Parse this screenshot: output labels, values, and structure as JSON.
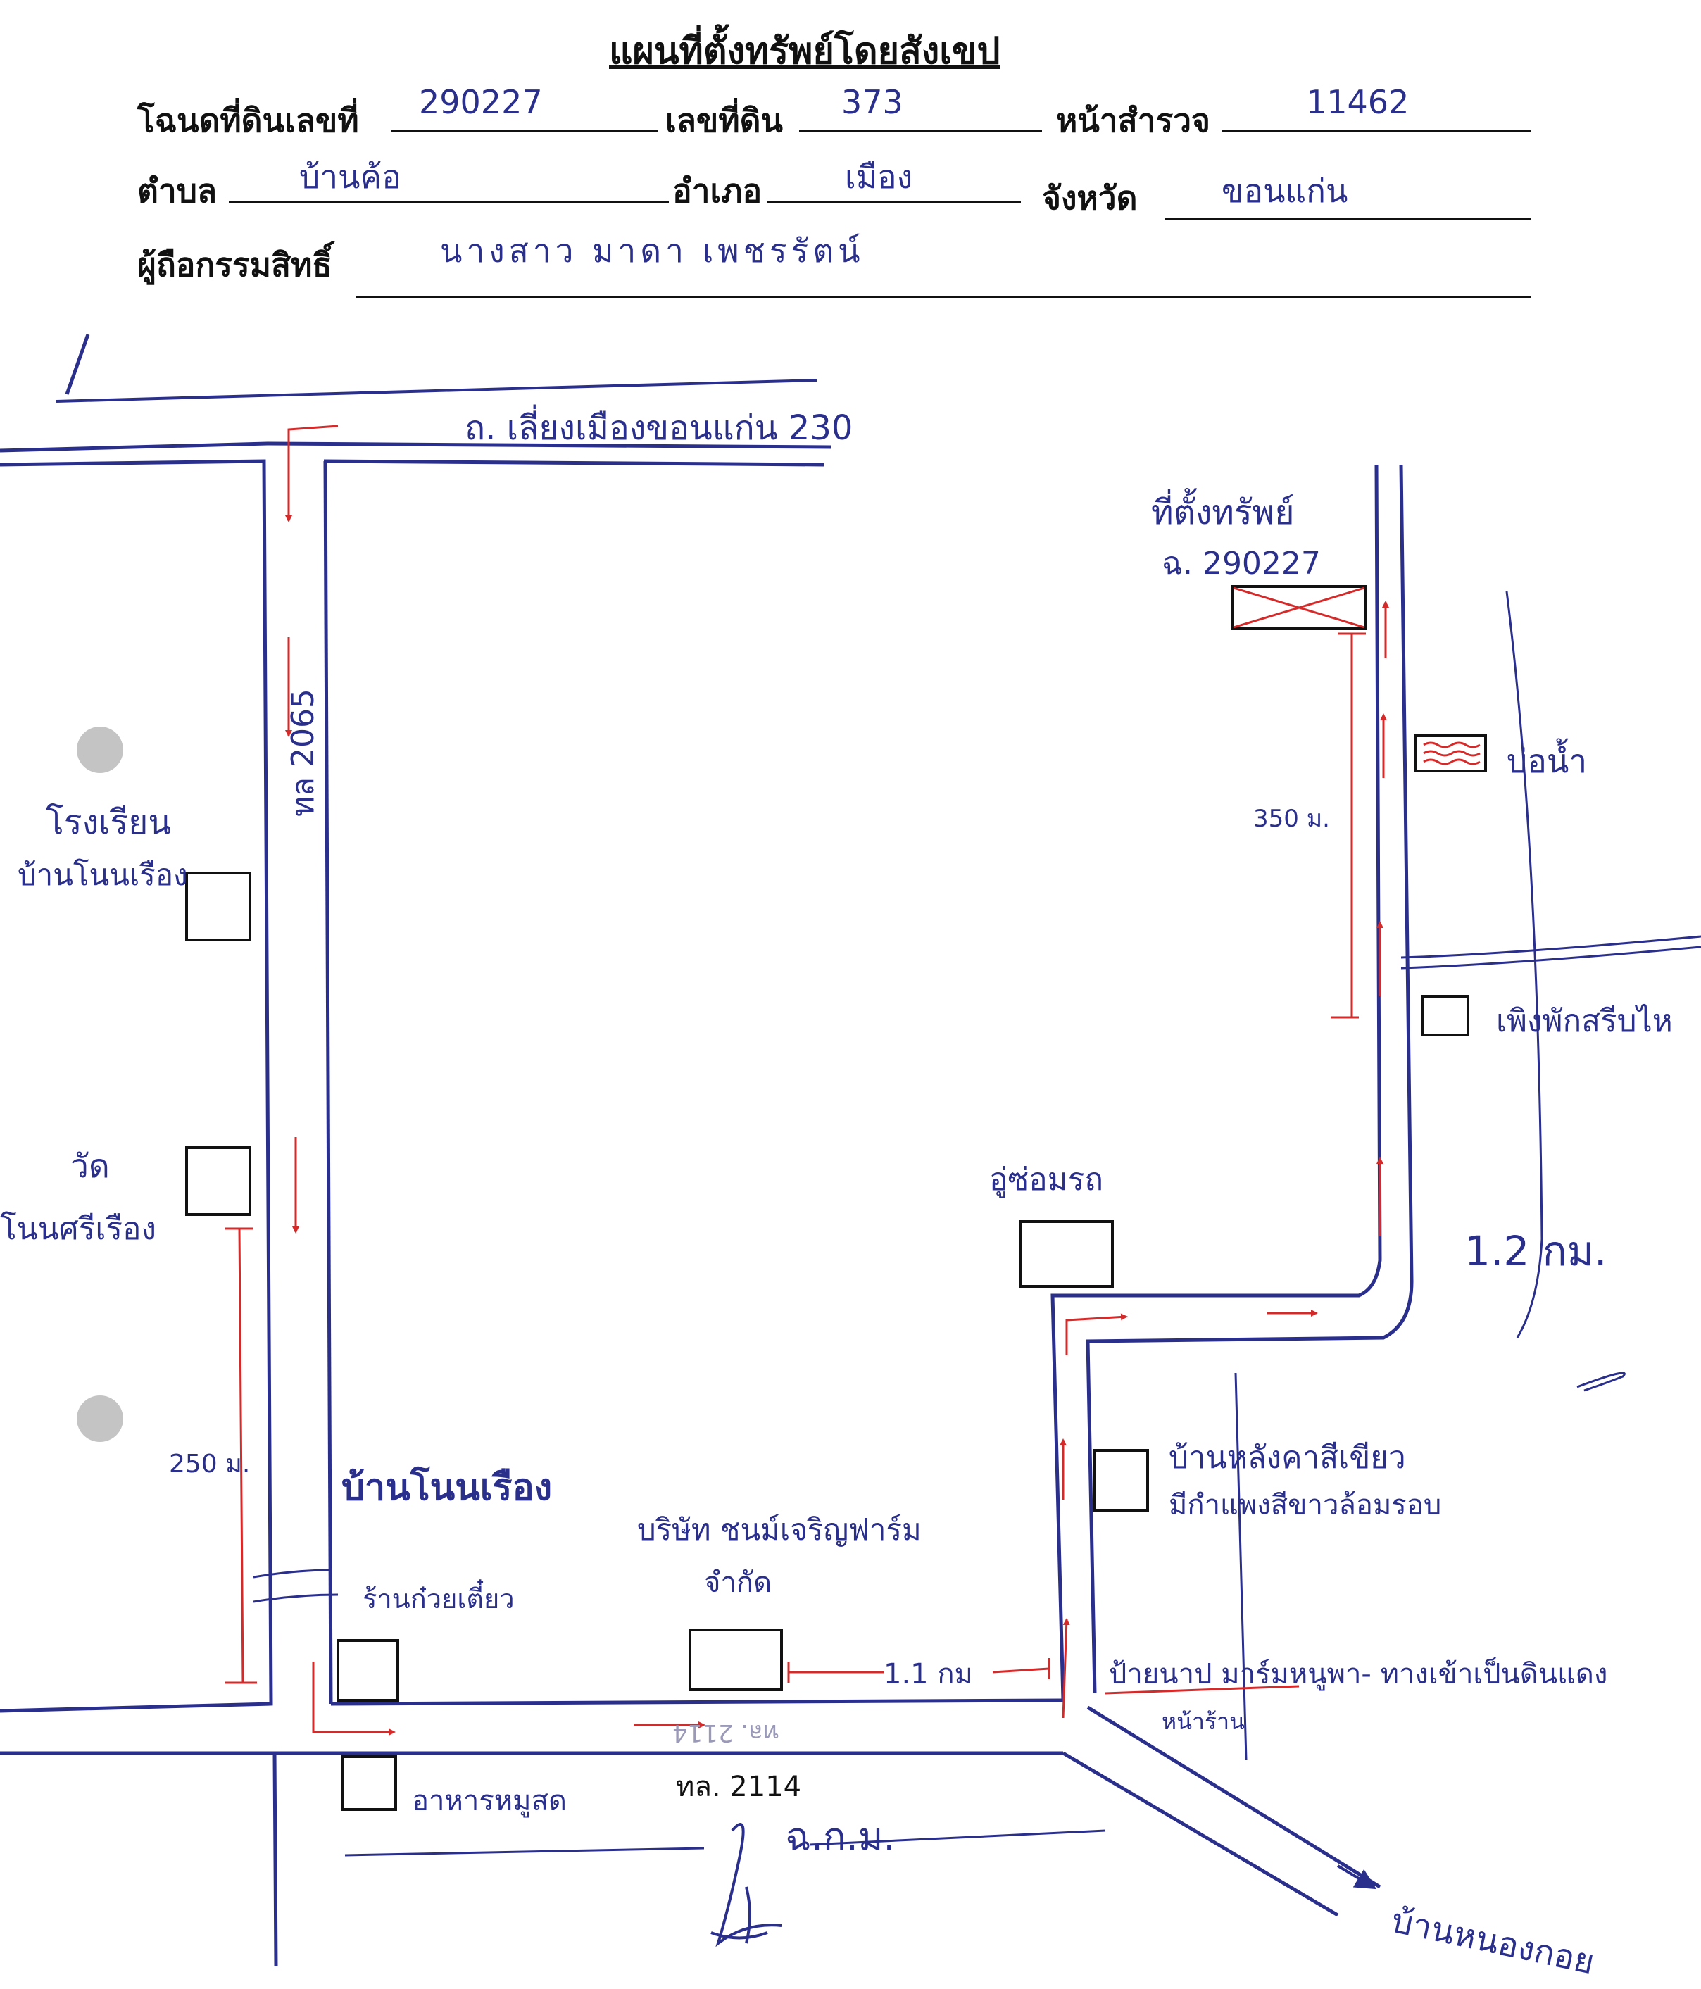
{
  "header": {
    "title": "แผนที่ตั้งทรัพย์โดยสังเขป",
    "deed_label": "โฉนดที่ดินเลขที่",
    "deed_value": "290227",
    "land_no_label": "เลขที่ดิน",
    "land_no_value": "373",
    "survey_label": "หน้าสำรวจ",
    "survey_value": "11462",
    "tambon_label": "ตำบล",
    "tambon_value": "บ้านค้อ",
    "amphoe_label": "อำเภอ",
    "amphoe_value": "เมือง",
    "province_label": "จังหวัด",
    "province_value": "ขอนแก่น",
    "owner_label": "ผู้ถือกรรมสิทธิ์",
    "owner_value": "นางสาว มาดา เพชรรัตน์"
  },
  "map": {
    "road_top": "ถ. เลี่ยงเมืองขอนแก่น 230",
    "road_left": "ทล 2065",
    "road_bottom": "ทล. 2114",
    "road_bottom_faint": "ทล. 2114",
    "property_label": "ที่ตั้งทรัพย์",
    "property_deed": "ฉ. 290227",
    "pond_label": "บ่อน้ำ",
    "dist_350": "350 ม.",
    "shop_right": "เพิงพักสรีบไห",
    "garage_label": "อู่ซ่อมรถ",
    "dist_12": "1.2 กม.",
    "house_label_1": "บ้านหลังคาสีเขียว",
    "house_label_2": "มีกำแพงสีขาวล้อมรอบ",
    "sign_label": "ป้ายนาป มาร์มหนูพา- ทางเข้าเป็นดินแดง",
    "sign_sub": "หน้าร้าน",
    "company_1": "บริษัท ชนม์เจริญฟาร์ม",
    "company_2": "จำกัด",
    "dist_11": "1.1 กม",
    "noodle_shop": "ร้านก๋วยเตี๋ยว",
    "village_left": "บ้านโนนเรือง",
    "dist_250": "250 ม.",
    "school_1": "โรงเรียน",
    "school_2": "บ้านโนนเรือง",
    "temple_1": "วัด",
    "temple_2": "โนนศรีเรือง",
    "food_shop": "อาหารหมูสด",
    "direction_bottom": "บ้านหนองกอย",
    "scribble_bottom": "ฉ.ก.ม."
  },
  "colors": {
    "ink": "#2a2f8c",
    "red": "#d42a2a",
    "black": "#111111"
  }
}
